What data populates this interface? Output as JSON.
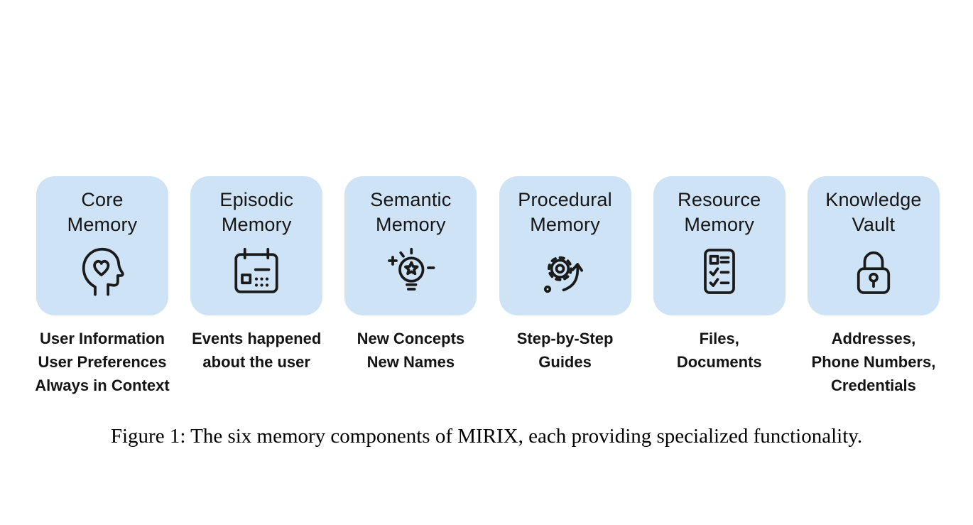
{
  "figure": {
    "caption": "Figure 1: The six memory components of MIRIX, each providing specialized functionality."
  },
  "colors": {
    "card_background": "#cfe3f6",
    "icon_stroke": "#1a1a1a",
    "text": "#141414"
  },
  "cards": [
    {
      "title": "Core\nMemory",
      "icon": "head-heart-icon",
      "description": "User Information\nUser Preferences\nAlways in Context"
    },
    {
      "title": "Episodic\nMemory",
      "icon": "calendar-icon",
      "description": "Events happened\nabout the user"
    },
    {
      "title": "Semantic\nMemory",
      "icon": "lightbulb-star-icon",
      "description": "New Concepts\nNew Names"
    },
    {
      "title": "Procedural\nMemory",
      "icon": "gear-arrow-icon",
      "description": "Step-by-Step\nGuides"
    },
    {
      "title": "Resource\nMemory",
      "icon": "checklist-document-icon",
      "description": "Files,\nDocuments"
    },
    {
      "title": "Knowledge\nVault",
      "icon": "padlock-icon",
      "description": "Addresses,\nPhone Numbers,\nCredentials"
    }
  ]
}
